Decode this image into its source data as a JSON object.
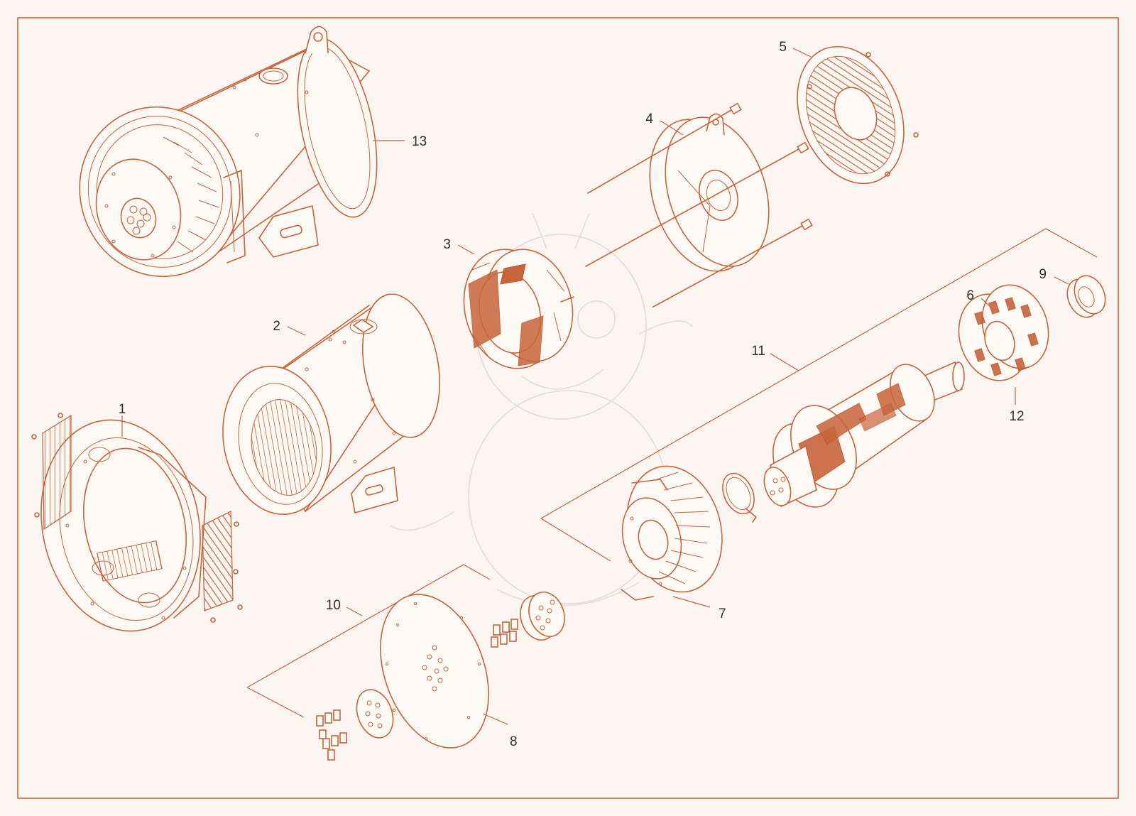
{
  "colors": {
    "background": "#fbf6f1",
    "line": "#c8643a",
    "frame": "#c8643a"
  },
  "callouts": {
    "c1": "1",
    "c2": "2",
    "c3": "3",
    "c4": "4",
    "c5": "5",
    "c6": "6",
    "c7": "7",
    "c8": "8",
    "c9": "9",
    "c10": "10",
    "c11": "11",
    "c12": "12",
    "c13": "13"
  }
}
